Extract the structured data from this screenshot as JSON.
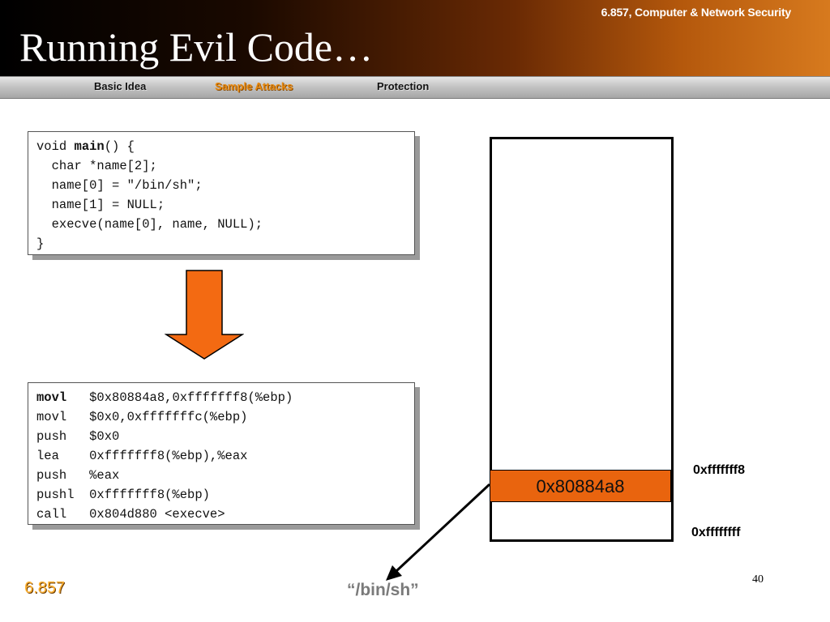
{
  "header": {
    "course": "6.857, Computer & Network Security",
    "title": "Running Evil Code…"
  },
  "nav": {
    "items": [
      {
        "label": "Basic Idea",
        "active": false
      },
      {
        "label": "Sample Attacks",
        "active": true
      },
      {
        "label": "Protection",
        "active": false
      }
    ]
  },
  "code_c": [
    {
      "pre": "void ",
      "bold": "main",
      "post": "() {"
    },
    {
      "pre": "  char *name[2];",
      "bold": "",
      "post": ""
    },
    {
      "pre": "  name[0] = \"/bin/sh\";",
      "bold": "",
      "post": ""
    },
    {
      "pre": "  name[1] = NULL;",
      "bold": "",
      "post": ""
    },
    {
      "pre": "  execve(name[0], name, NULL);",
      "bold": "",
      "post": ""
    },
    {
      "pre": "}",
      "bold": "",
      "post": ""
    }
  ],
  "code_asm": [
    {
      "pre": "",
      "bold": "movl",
      "post": "   $0x80884a8,0xfffffff8(%ebp)"
    },
    {
      "pre": "movl   $0x0,0xfffffffc(%ebp)",
      "bold": "",
      "post": ""
    },
    {
      "pre": "push   $0x0",
      "bold": "",
      "post": ""
    },
    {
      "pre": "lea    0xfffffff8(%ebp),%eax",
      "bold": "",
      "post": ""
    },
    {
      "pre": "push   %eax",
      "bold": "",
      "post": ""
    },
    {
      "pre": "pushl  0xfffffff8(%ebp)",
      "bold": "",
      "post": ""
    },
    {
      "pre": "call   0x804d880 <execve>",
      "bold": "",
      "post": ""
    }
  ],
  "stack": {
    "cell_value": "0x80884a8",
    "addr_top": "0xfffffff8",
    "addr_bottom": "0xffffffff"
  },
  "pointer_target": "“/bin/sh”",
  "footer": {
    "course": "6.857",
    "page": "40"
  },
  "colors": {
    "accent_orange": "#e9640e",
    "arrow_orange": "#f36a12",
    "nav_active": "#e88a10"
  }
}
